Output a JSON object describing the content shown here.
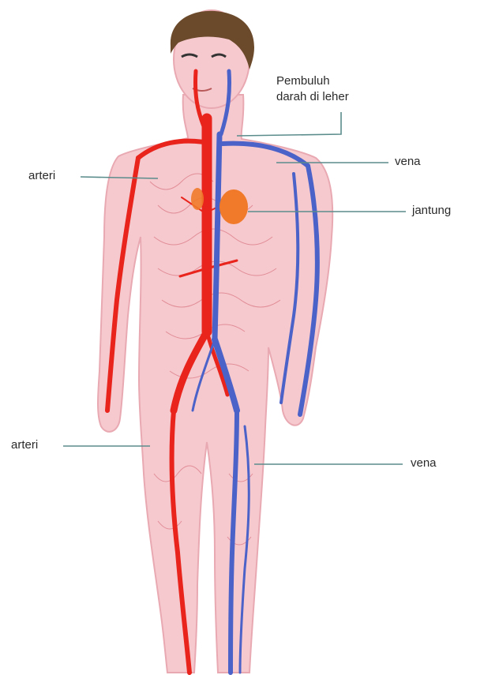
{
  "labels": {
    "neck_vessels_line1": "Pembuluh",
    "neck_vessels_line2": "darah di leher",
    "vena_upper": "vena",
    "arteri_upper": "arteri",
    "jantung": "jantung",
    "arteri_lower": "arteri",
    "vena_lower": "vena"
  },
  "colors": {
    "skin": "#f6c9cf",
    "skin_outline": "#e9a9b2",
    "hair": "#6b4a2b",
    "artery": "#e8241c",
    "vein": "#4b62c8",
    "heart": "#f07a2a",
    "leader_line": "#5b8c8c",
    "text": "#2a2a2a"
  }
}
